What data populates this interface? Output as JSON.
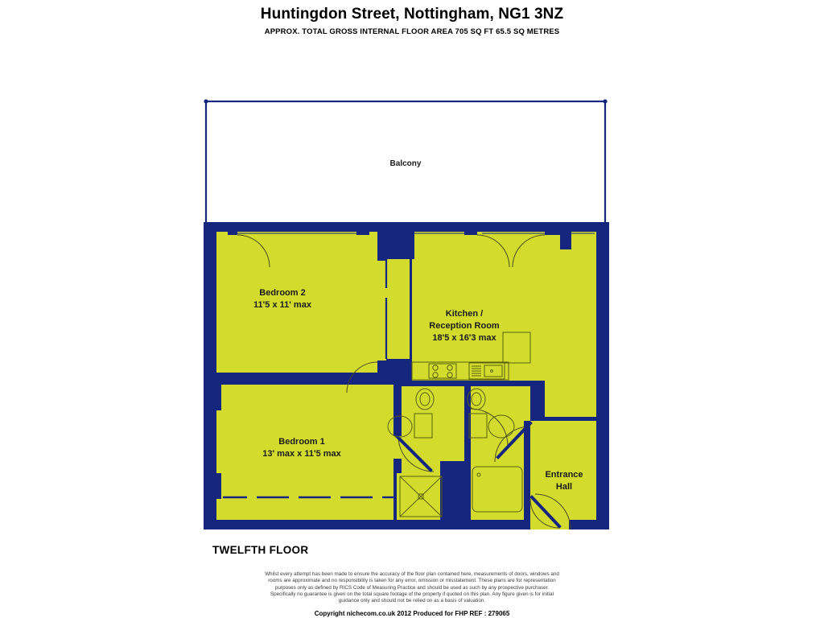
{
  "header": {
    "title": "Huntingdon Street, Nottingham, NG1 3NZ",
    "subtitle": "APPROX. TOTAL GROSS INTERNAL FLOOR AREA 705 SQ FT 65.5 SQ METRES"
  },
  "floor_plan": {
    "floor_label": "TWELFTH FLOOR",
    "wall_color": "#16267f",
    "room_fill_color": "#d3dc2d",
    "outdoor_fill_color": "#ffffff",
    "fixture_line_color": "#5a6010",
    "rooms": [
      {
        "name": "balcony",
        "label": "Balcony",
        "dims": ""
      },
      {
        "name": "bedroom-2",
        "label": "Bedroom 2",
        "dims": "11'5 x 11' max"
      },
      {
        "name": "kitchen-reception-room",
        "label_line1": "Kitchen /",
        "label_line2": "Reception Room",
        "dims": "18'5 x 16'3 max"
      },
      {
        "name": "bedroom-1",
        "label": "Bedroom 1",
        "dims": "13' max x 11'5 max"
      },
      {
        "name": "entrance-hall",
        "label_line1": "Entrance",
        "label_line2": "Hall"
      }
    ]
  },
  "disclaimer": {
    "line1": "Whilst every attempt has been made to ensure the accuracy of the floor plan contained here, measurements of doors, windows and",
    "line2": "rooms are approximate and no responsibility is taken for any error, omission or misstatement. These plans are for representation",
    "line3": "purposes only as defined by RICS Code of Measuring Practice and should be used as such by any prospective purchaser.",
    "line4": "Specifically no guarantee is given on the total square footage of the property if quoted on this plan. Any figure given is for initial",
    "line5": "guidance only and should not be relied on as a basis of valuation."
  },
  "copyright": {
    "text": "Copyright nichecom.co.uk 2012    Produced for FHP    REF : 279065"
  }
}
